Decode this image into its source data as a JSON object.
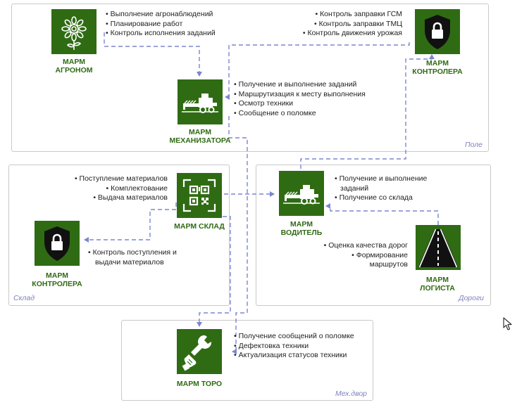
{
  "zones": {
    "field": {
      "label": "Поле"
    },
    "warehouse": {
      "label": "Склад"
    },
    "roads": {
      "label": "Дороги"
    },
    "yard": {
      "label": "Мех.двор"
    }
  },
  "nodes": {
    "agronomist": {
      "title_line1": "МАРМ",
      "title_line2": "АГРОНОМ",
      "icon": "sunflower-icon",
      "items": [
        "Выполнение агронаблюдений",
        "Планирование работ",
        "Контроль исполнения заданий"
      ]
    },
    "controller_field": {
      "title_line1": "МАРМ",
      "title_line2": "КОНТРОЛЕРА",
      "icon": "shield-lock-icon",
      "items": [
        "Контроль заправки ГСМ",
        "Контроль заправки ТМЦ",
        "Контроль движения урожая"
      ]
    },
    "mechanizer": {
      "title_line1": "МАРМ",
      "title_line2": "МЕХАНИЗАТОРА",
      "icon": "combine-icon",
      "items": [
        "Получение и выполнение заданий",
        "Маршрутизация к месту выполнения",
        "Осмотр техники",
        "Сообщение о поломке"
      ]
    },
    "warehouse": {
      "title_line1": "МАРМ СКЛАД",
      "icon": "qr-scan-icon",
      "items": [
        "Поступление материалов",
        "Комплектование",
        "Выдача материалов"
      ]
    },
    "controller_warehouse": {
      "title_line1": "МАРМ",
      "title_line2": "КОНТРОЛЕРА",
      "icon": "shield-lock-icon",
      "items": [
        "Контроль поступления и",
        "выдачи материалов"
      ]
    },
    "driver": {
      "title_line1": "МАРМ",
      "title_line2": "ВОДИТЕЛЬ",
      "icon": "combine-icon",
      "items": [
        "Получение и выполнение",
        "Получение со склада"
      ],
      "continuation": "заданий"
    },
    "logistician": {
      "title_line1": "МАРМ",
      "title_line2": "ЛОГИСТА",
      "icon": "road-icon",
      "items": [
        "Оценка качества дорог",
        "Формирование"
      ],
      "continuation": "маршрутов"
    },
    "toro": {
      "title_line1": "МАРМ ТОРО",
      "icon": "wrench-hand-icon",
      "items": [
        "Получение сообщений о поломке",
        "Дефектовка техники",
        "Актуализация статусов техники"
      ]
    }
  },
  "colors": {
    "icon_bg": "#2f6b13",
    "title": "#2f6b13",
    "connector": "#7b86d1",
    "zone_label": "#7f7fbf",
    "zone_border": "#c9c9c9"
  }
}
